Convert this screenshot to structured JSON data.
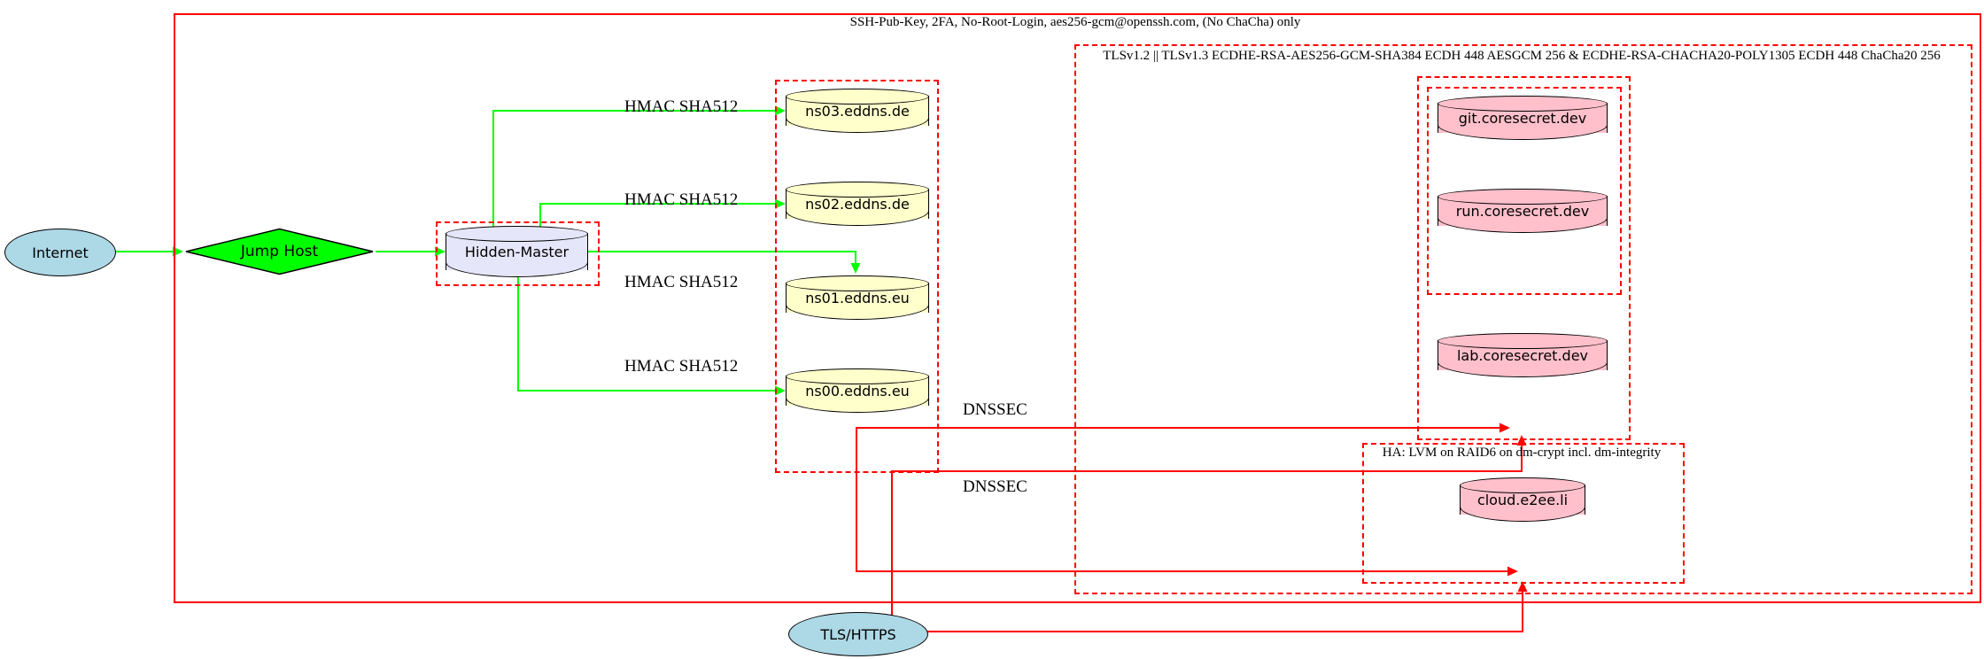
{
  "clusters": {
    "ssh": {
      "label": "SSH-Pub-Key, 2FA, No-Root-Login, aes256-gcm@openssh.com, (No ChaCha) only"
    },
    "tls": {
      "label": "TLSv1.2 || TLSv1.3 ECDHE-RSA-AES256-GCM-SHA384 ECDH 448 AESGCM 256 & ECDHE-RSA-CHACHA20-POLY1305 ECDH 448 ChaCha20 256"
    },
    "ha": {
      "label": "HA: LVM on RAID6 on dm-crypt incl. dm-integrity"
    }
  },
  "nodes": {
    "internet": {
      "label": "Internet",
      "shape": "ellipse",
      "fill": "#add8e6"
    },
    "jump_host": {
      "label": "Jump Host",
      "shape": "diamond",
      "fill": "#00ff00"
    },
    "hidden_master": {
      "label": "Hidden-Master",
      "shape": "cylinder",
      "fill": "#e6e6fa"
    },
    "ns03": {
      "label": "ns03.eddns.de",
      "shape": "cylinder",
      "fill": "#ffffcc"
    },
    "ns02": {
      "label": "ns02.eddns.de",
      "shape": "cylinder",
      "fill": "#ffffcc"
    },
    "ns01": {
      "label": "ns01.eddns.eu",
      "shape": "cylinder",
      "fill": "#ffffcc"
    },
    "ns00": {
      "label": "ns00.eddns.eu",
      "shape": "cylinder",
      "fill": "#ffffcc"
    },
    "git": {
      "label": "git.coresecret.dev",
      "shape": "cylinder",
      "fill": "#ffc0cb"
    },
    "run": {
      "label": "run.coresecret.dev",
      "shape": "cylinder",
      "fill": "#ffc0cb"
    },
    "lab": {
      "label": "lab.coresecret.dev",
      "shape": "cylinder",
      "fill": "#ffc0cb"
    },
    "cloud": {
      "label": "cloud.e2ee.li",
      "shape": "cylinder",
      "fill": "#ffc0cb"
    },
    "tls_https": {
      "label": "TLS/HTTPS",
      "shape": "ellipse",
      "fill": "#add8e6"
    }
  },
  "edge_labels": {
    "hmac": "HMAC SHA512",
    "dnssec": "DNSSEC"
  },
  "colors": {
    "secure_transfer_edge": "#00ff00",
    "public_edge": "#ff0000",
    "cluster_border": "#ff0000",
    "node_border": "#000000",
    "ns_fill": "#ffffcc",
    "service_fill": "#ffc0cb",
    "master_fill": "#e6e6fa",
    "endpoint_fill": "#add8e6"
  }
}
